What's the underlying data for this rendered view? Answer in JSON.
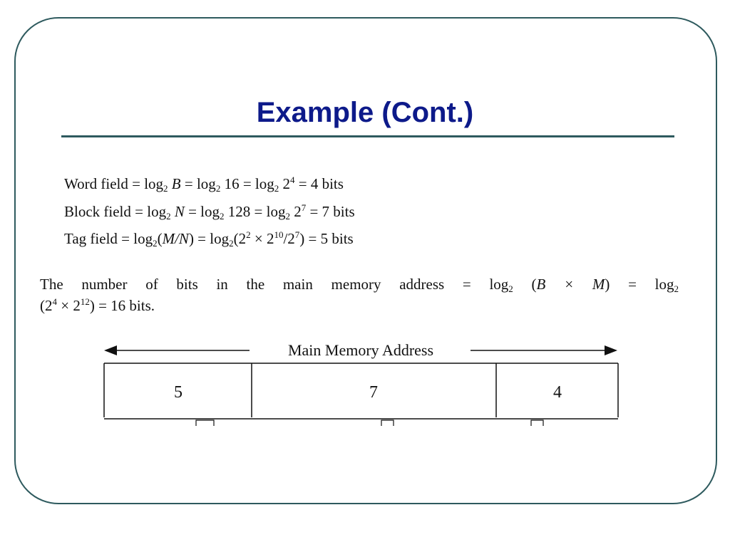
{
  "slide": {
    "title": "Example (Cont.)"
  },
  "formulas": {
    "word": {
      "pre": "Word field = log",
      "sub1": "2",
      "mid1": " ",
      "var": "B",
      "mid2": " = log",
      "sub2": "2",
      "mid3": " 16 = log",
      "sub3": "2",
      "mid4": " 2",
      "sup": "4",
      "post": " = 4 bits"
    },
    "block": {
      "pre": "Block field = log",
      "sub1": "2",
      "mid1": " ",
      "var": "N",
      "mid2": " = log",
      "sub2": "2",
      "mid3": " 128 = log",
      "sub3": "2",
      "mid4": " 2",
      "sup": "7",
      "post": " = 7 bits"
    },
    "tag": {
      "pre": "Tag field = log",
      "sub1": "2",
      "mid1": "(",
      "var": "M/N",
      "mid2": ") = log",
      "sub2": "2",
      "mid3": "(2",
      "sup1": "2",
      "mid4": " × 2",
      "sup2": "10",
      "mid5": "/2",
      "sup3": "7",
      "post": ") = 5 bits"
    }
  },
  "paragraph": {
    "line1_text": "The number of bits in the main memory address = log",
    "line1_sub1": "2",
    "line1_mid": " (",
    "line1_var": "B × M",
    "line1_end": ") = log",
    "line1_sub2": "2",
    "line2_open": "(2",
    "line2_sup1": "4",
    "line2_mid": " × 2",
    "line2_sup2": "12",
    "line2_end": ") = 16 bits."
  },
  "diagram": {
    "label": "Main Memory Address",
    "fields": [
      "5",
      "7",
      "4"
    ]
  },
  "colors": {
    "title": "#0d1a8a",
    "frame": "#2e5a5e",
    "text": "#111111"
  }
}
